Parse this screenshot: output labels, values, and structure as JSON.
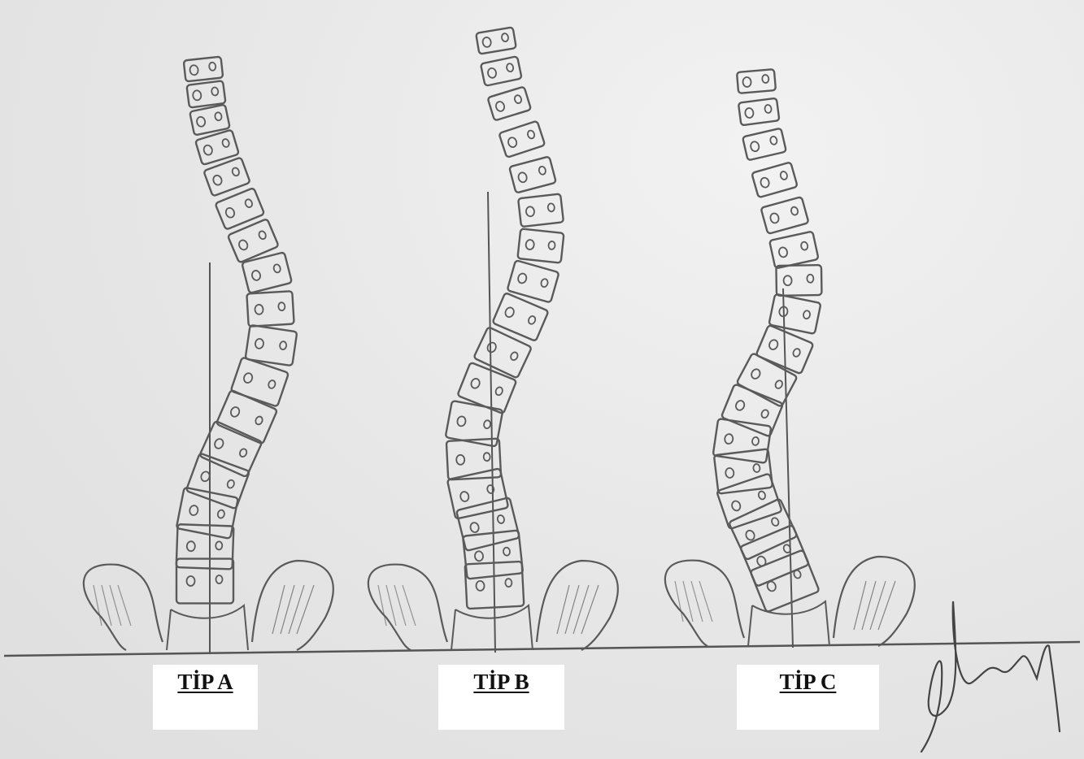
{
  "labels": {
    "type_a": "TİP A",
    "type_b": "TİP B",
    "type_c": "TİP C"
  },
  "signature_text": "",
  "colors": {
    "paper": "#e6e6e6",
    "pencil": "#5a5a5a",
    "label_background": "#ffffff",
    "label_text": "#111111"
  },
  "figures": [
    {
      "name": "spine-type-a",
      "curve": "thoracic right, lumbar left"
    },
    {
      "name": "spine-type-b",
      "curve": "thoracic right, lumbar left with larger lumbar shift"
    },
    {
      "name": "spine-type-c",
      "curve": "single long curve to the left"
    }
  ]
}
